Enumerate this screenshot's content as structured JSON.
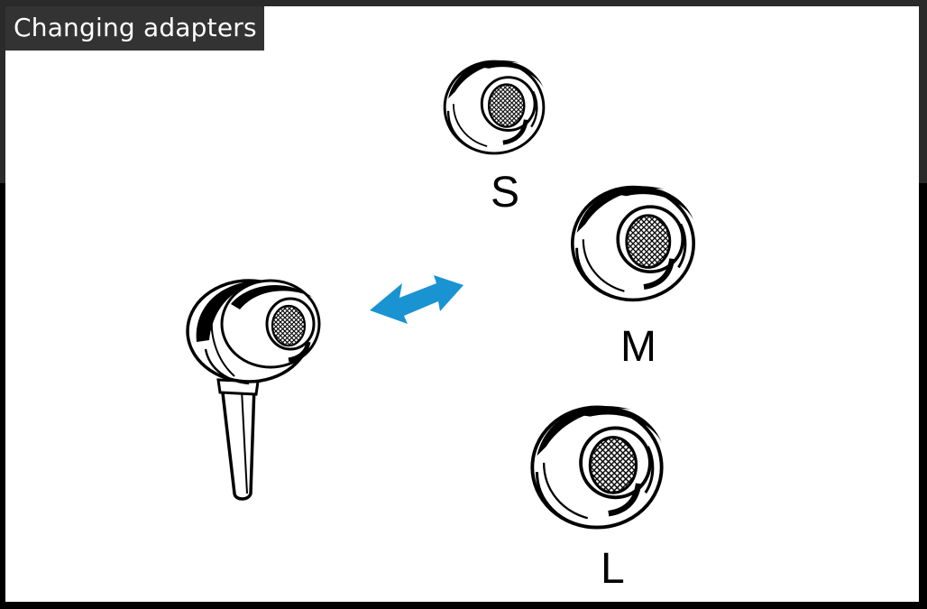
{
  "title": "Changing adapters",
  "sizes": {
    "small": "S",
    "medium": "M",
    "large": "L"
  },
  "icons": {
    "earphone": "earphone-icon",
    "swap_arrow": "double-arrow-icon",
    "adapter": "ear-adapter-icon"
  },
  "colors": {
    "arrow": "#1a93d2",
    "title_bg": "#333333",
    "title_text": "#ffffff"
  }
}
